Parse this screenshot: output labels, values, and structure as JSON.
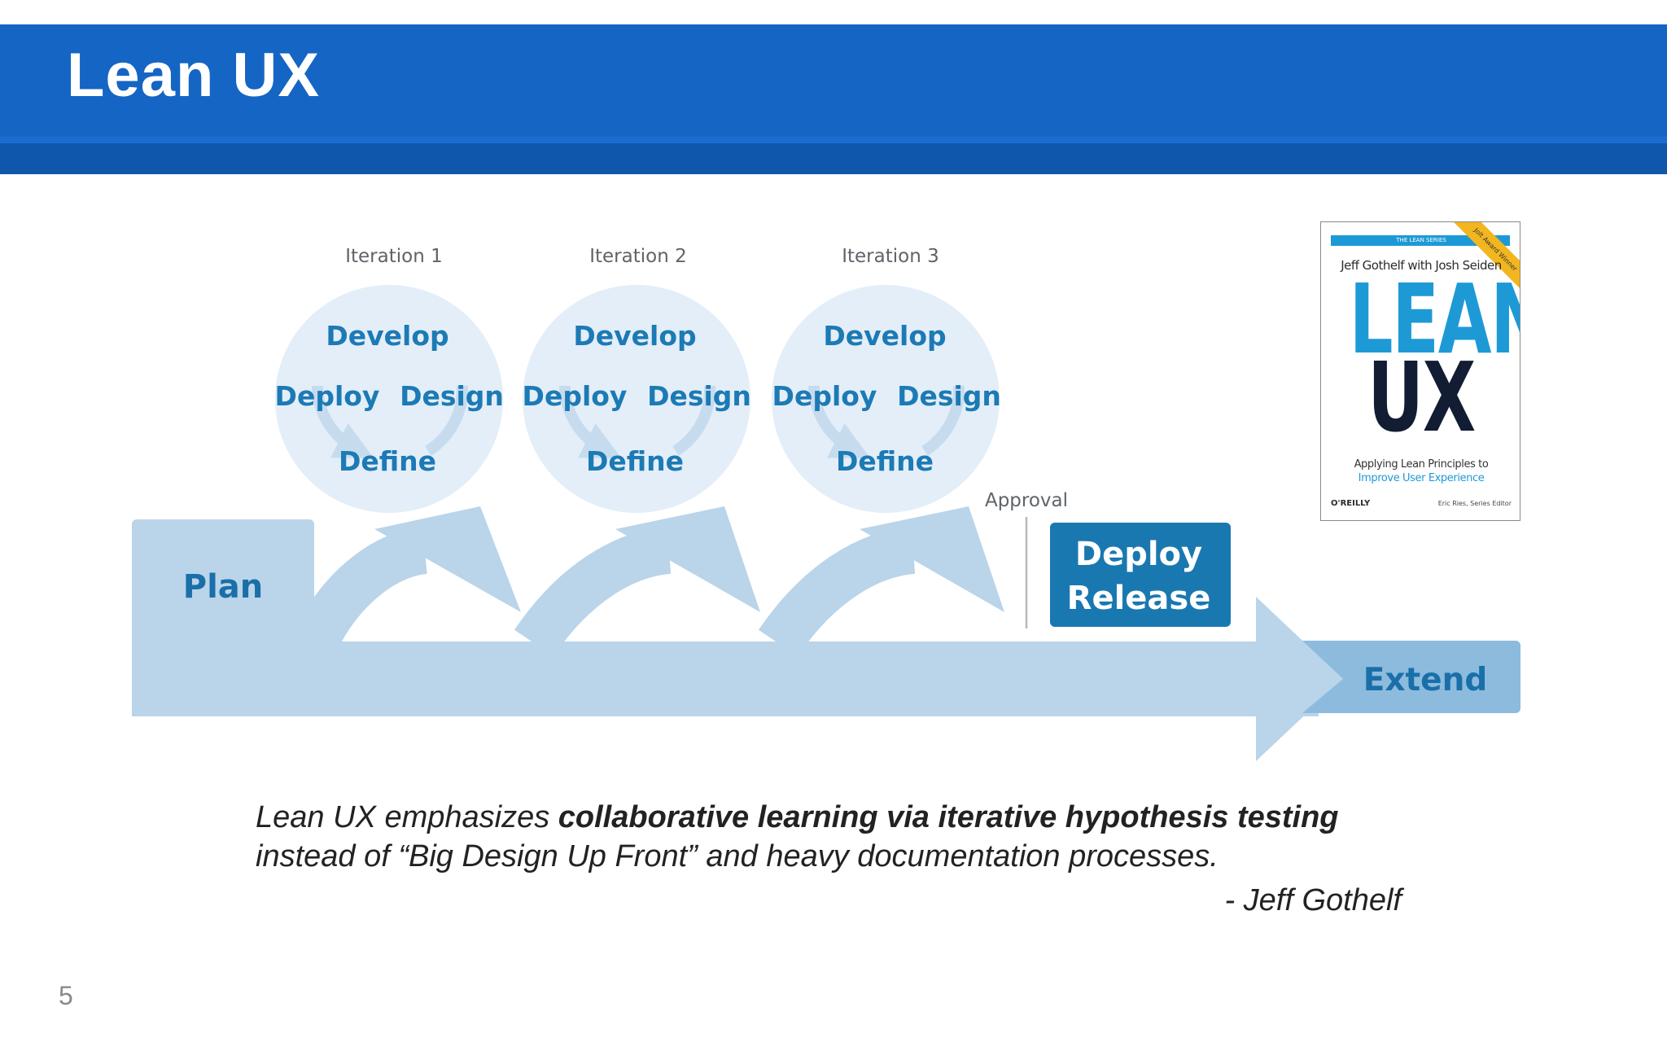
{
  "slide": {
    "title": "Lean UX",
    "page_number": "5"
  },
  "diagram": {
    "iterations": [
      {
        "label": "Iteration 1",
        "steps": {
          "develop": "Develop",
          "deploy": "Deploy",
          "design": "Design",
          "define": "Define"
        }
      },
      {
        "label": "Iteration 2",
        "steps": {
          "develop": "Develop",
          "deploy": "Deploy",
          "design": "Design",
          "define": "Define"
        }
      },
      {
        "label": "Iteration 3",
        "steps": {
          "develop": "Develop",
          "deploy": "Deploy",
          "design": "Design",
          "define": "Define"
        }
      }
    ],
    "plan_label": "Plan",
    "approval_label": "Approval",
    "release": {
      "line1": "Deploy",
      "line2": "Release"
    },
    "extend_label": "Extend",
    "colors": {
      "light_blue": "#bad4ea",
      "circle": "#e3eef8",
      "label_blue": "#1c7ab5",
      "release_box": "#1a78b0",
      "extend_box": "#8dbbdd",
      "gray_text": "#5f6469"
    }
  },
  "book": {
    "series": "THE LEAN SERIES",
    "ribbon": "Jolt Award Winner",
    "authors": "Jeff Gothelf with Josh Seiden",
    "title_line1": "LEAN",
    "title_line2": "UX",
    "subtitle_line1": "Applying Lean Principles to",
    "subtitle_line2": "Improve User Experience",
    "publisher": "O'REILLY",
    "editor": "Eric Ries, Series Editor"
  },
  "quote": {
    "part1": "Lean UX emphasizes ",
    "bold": "collaborative learning via iterative hypothesis testing",
    "part2": "instead of “Big Design Up Front” and heavy documentation processes.",
    "author": "- Jeff Gothelf"
  }
}
